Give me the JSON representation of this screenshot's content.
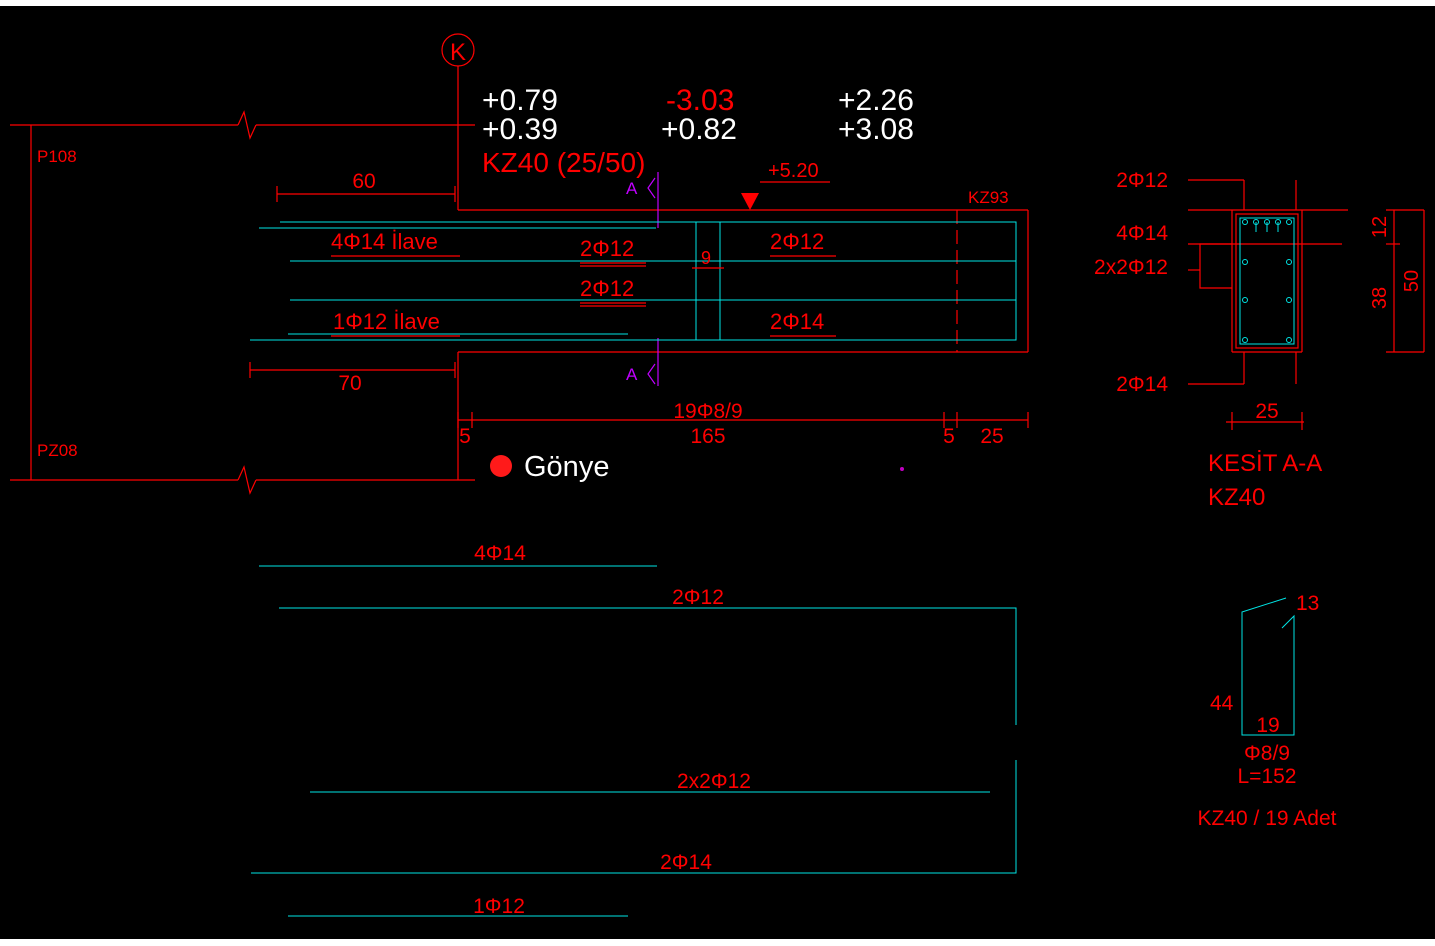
{
  "axis_label": "K",
  "elevations": {
    "col1": [
      "+0.79",
      "+0.39"
    ],
    "col2": [
      "-3.03",
      "+0.82"
    ],
    "col3": [
      "+2.26",
      "+3.08"
    ]
  },
  "beam_title": "KZ40 (25/50)",
  "level_mark": "+5.20",
  "beam_ref": "KZ93",
  "supports": {
    "top": "P108",
    "bottom": "PZ08"
  },
  "section_marks": [
    "A",
    "A"
  ],
  "rebar_labels": {
    "top_extra": "4Φ14 İlave",
    "bottom_extra": "1Φ12 İlave",
    "mid_top": "2Φ12",
    "mid_mid": "2Φ12",
    "right_top": "2Φ12",
    "right_bottom": "2Φ14",
    "gap": "9"
  },
  "dimensions": {
    "top_left": "60",
    "bottom_left": "70",
    "stirrups": "19Φ8/9",
    "left_cover": "5",
    "span": "165",
    "right_cover": "5",
    "support": "25"
  },
  "legend_label": "Gönye",
  "section": {
    "labels": [
      "2Φ12",
      "4Φ14",
      "2x2Φ12",
      "2Φ14"
    ],
    "dim_width": "25",
    "dim_top": "12",
    "dim_bottom": "38",
    "dim_total": "50",
    "title": "KESİT A-A",
    "subtitle": "KZ40"
  },
  "bar_list": [
    "4Φ14",
    "2Φ12",
    "2x2Φ12",
    "2Φ14",
    "1Φ12"
  ],
  "stirrup_detail": {
    "hook": "13",
    "height": "44",
    "width": "19",
    "spec": "Φ8/9",
    "length": "L=152",
    "count": "KZ40 / 19 Adet"
  }
}
